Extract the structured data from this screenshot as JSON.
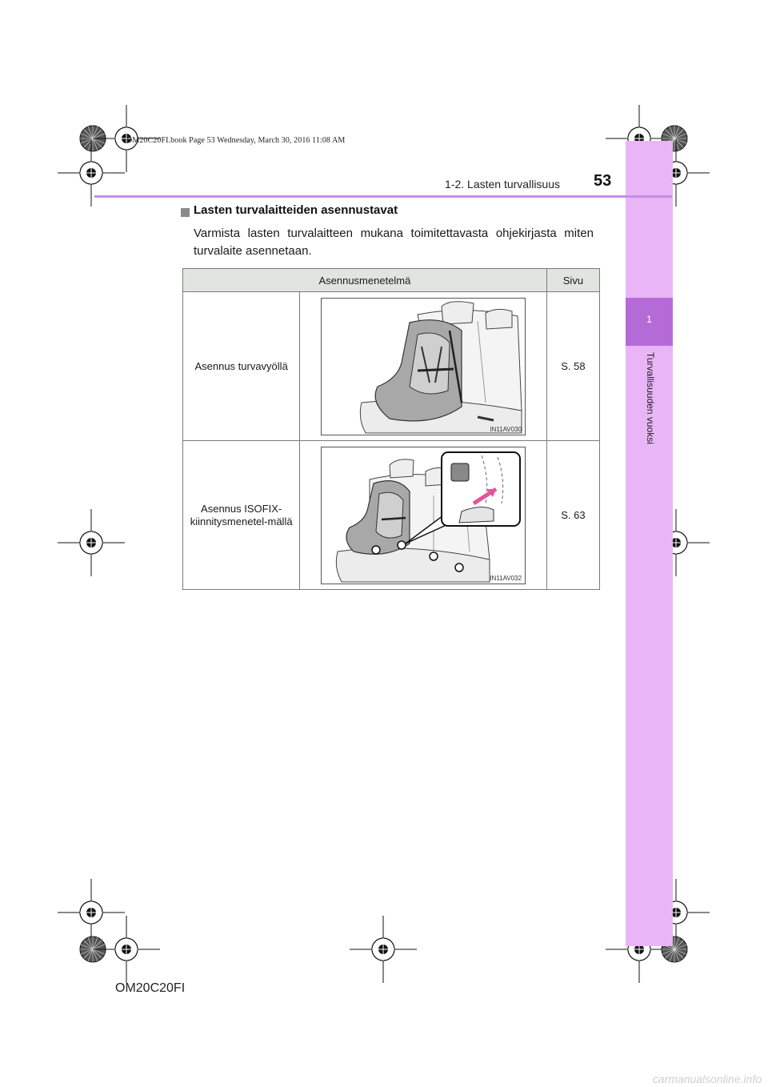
{
  "header": {
    "section_title": "1-2. Lasten turvallisuus",
    "page_number": "53"
  },
  "print_stamp": "OM20C20FI.book  Page 53  Wednesday, March 30, 2016  11:08 AM",
  "side_tab": {
    "chapter_number": "1",
    "chapter_label": "Turvallisuuden vuoksi"
  },
  "section": {
    "heading": "Lasten turvalaitteiden asennustavat",
    "intro": "Varmista lasten turvalaitteen mukana toimitettavasta ohjekirjasta miten turvalaite asennetaan."
  },
  "table": {
    "headers": {
      "method": "Asennusmenetelmä",
      "page": "Sivu"
    },
    "rows": [
      {
        "method": "Asennus turvavyöllä",
        "image_code": "IN11AV030",
        "page": "S. 58"
      },
      {
        "method": "Asennus ISOFIX-kiinnitysmenetel-mällä",
        "image_code": "IN11AV032",
        "page": "S. 63"
      }
    ]
  },
  "footer": {
    "code": "OM20C20FI"
  },
  "watermark": "carmanualsonline.info",
  "colors": {
    "tab": "#eab5f7",
    "tab_active": "#b46bd8",
    "rule": "#c38fe3",
    "table_header": "#e2e5df"
  }
}
